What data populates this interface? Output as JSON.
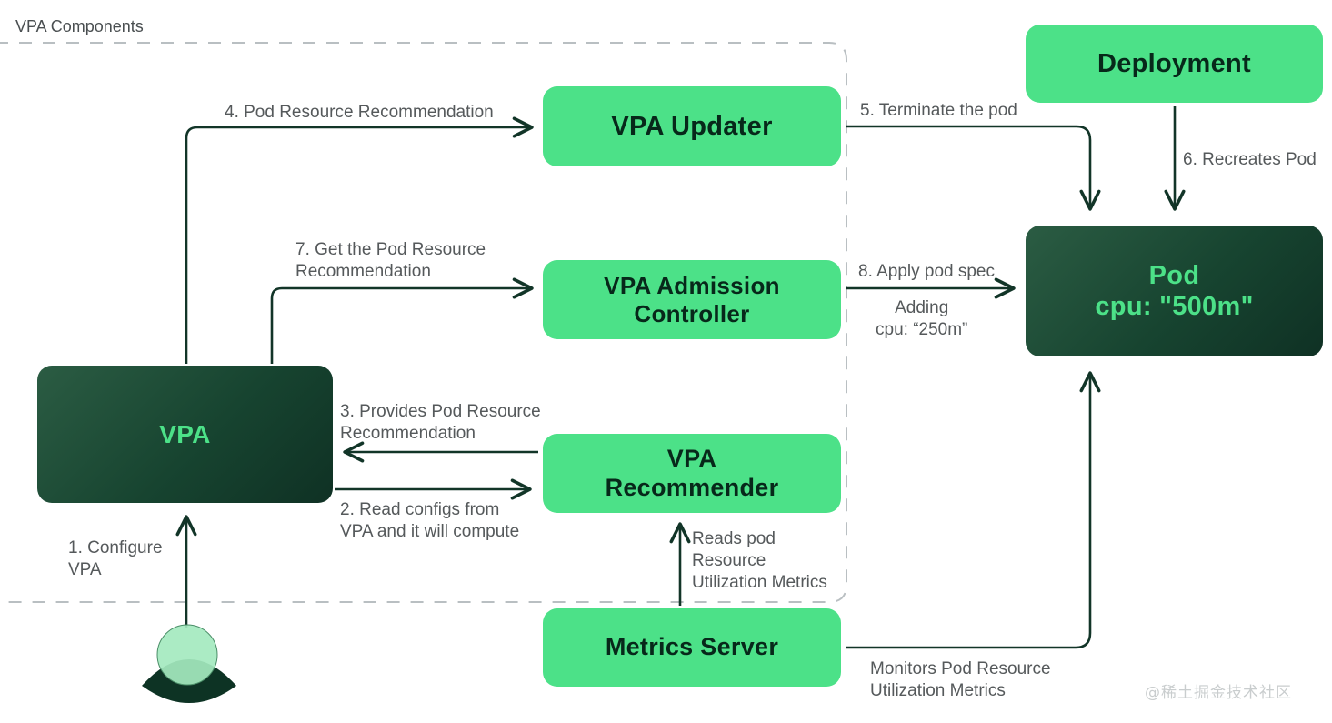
{
  "diagram": {
    "section_title": "VPA Components",
    "watermark": "@稀土掘金技术社区"
  },
  "nodes": {
    "vpa_updater": {
      "label": "VPA Updater"
    },
    "vpa_admission_controller": {
      "line1": "VPA Admission",
      "line2": "Controller"
    },
    "vpa_recommender": {
      "line1": "VPA",
      "line2": "Recommender"
    },
    "metrics_server": {
      "label": "Metrics Server"
    },
    "deployment": {
      "label": "Deployment"
    },
    "pod": {
      "line1": "Pod",
      "line2": "cpu: \"500m\""
    },
    "vpa": {
      "label": "VPA"
    }
  },
  "edge_labels": {
    "step1": "1. Configure\n    VPA",
    "step2": "2. Read configs from\nVPA and it will compute",
    "step3": "3. Provides Pod Resource\nRecommendation",
    "step4": "4. Pod Resource Recommendation",
    "step5": "5. Terminate the pod",
    "step6": "6. Recreates Pod",
    "step7": "7. Get the Pod Resource\nRecommendation",
    "step8": "8. Apply pod spec",
    "step8_detail": "Adding\ncpu: “250m”",
    "reads_metrics": "Reads pod\nResource\nUtilization Metrics",
    "monitors_metrics": "Monitors Pod Resource\nUtilization Metrics"
  },
  "colors": {
    "green_fill": "#4ce188",
    "dark_fill": "#174430",
    "accent_text": "#4ce188",
    "stroke": "#123528",
    "label_text": "#55595b",
    "dashed_border": "#b9bfc2",
    "watermark": "#c9cdce"
  }
}
